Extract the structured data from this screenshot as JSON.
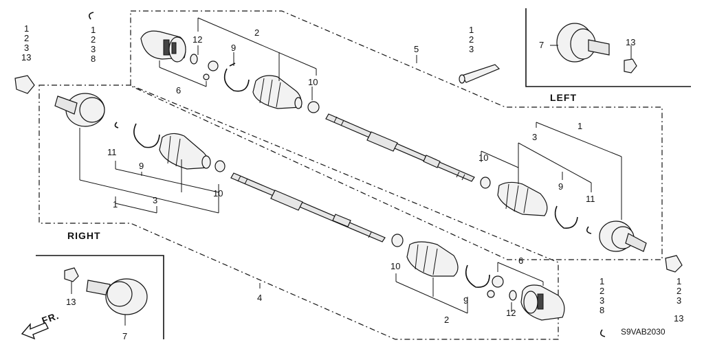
{
  "region_labels": {
    "left": "LEFT",
    "right": "RIGHT"
  },
  "direction_label": "FR.",
  "diagram_code": "S9VAB2030",
  "callouts": {
    "c1": "1",
    "c2": "2",
    "c3": "3",
    "c4": "4",
    "c5": "5",
    "c6": "6",
    "c7": "7",
    "c8": "8",
    "c9": "9",
    "c10": "10",
    "c11": "11",
    "c12": "12",
    "c13": "13"
  },
  "kits": {
    "kit_a": [
      "1",
      "2",
      "3",
      "13"
    ],
    "kit_b": [
      "1",
      "2",
      "3",
      "8"
    ],
    "kit_c": [
      "1",
      "2",
      "3"
    ]
  }
}
